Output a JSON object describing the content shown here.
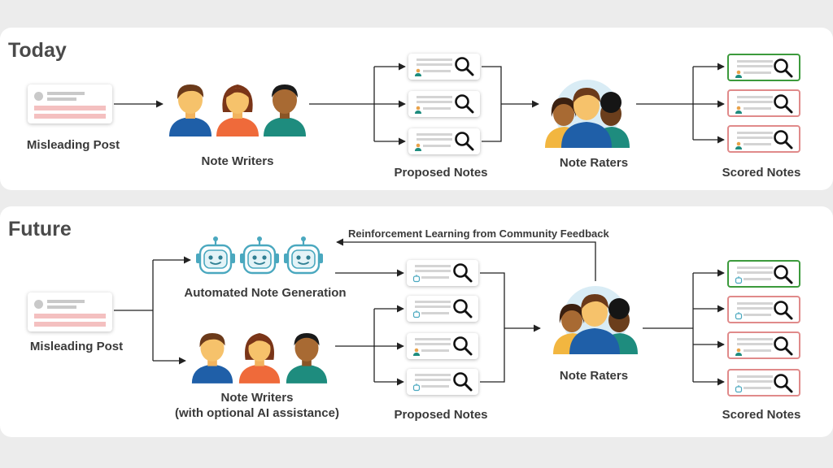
{
  "today": {
    "title": "Today",
    "post_label": "Misleading Post",
    "writers_label": "Note Writers",
    "proposed_label": "Proposed Notes",
    "raters_label": "Note Raters",
    "scored_label": "Scored Notes"
  },
  "future": {
    "title": "Future",
    "post_label": "Misleading Post",
    "ai_label": "Automated Note Generation",
    "writers_label_line1": "Note Writers",
    "writers_label_line2": "(with optional AI assistance)",
    "feedback_label": "Reinforcement Learning from Community Feedback",
    "proposed_label": "Proposed Notes",
    "raters_label": "Note Raters",
    "scored_label": "Scored Notes"
  },
  "colors": {
    "arrow": "#222222",
    "good_border": "#3c9a3c",
    "bad_border": "#e08a8a",
    "robot": "#4aa8bf",
    "skin": "#f6c26b",
    "shirt_blue": "#1f5fa8",
    "shirt_orange": "#ef6a3a",
    "shirt_teal": "#1e8c7e"
  }
}
